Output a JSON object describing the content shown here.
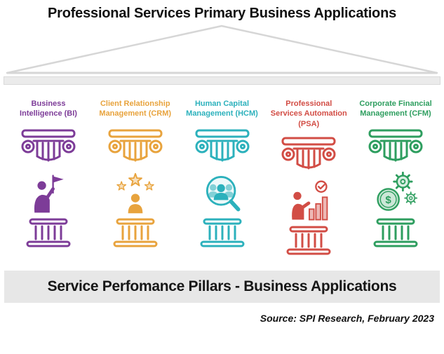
{
  "title": "Professional Services Primary Business Applications",
  "banner": "Service Perfomance Pillars - Business Applications",
  "source": "Source: SPI Research, February 2023",
  "glyphs": {
    "dollar": "$"
  },
  "colors": {
    "roof_stroke": "#d6d6d6",
    "entablature_bg": "#ebebeb",
    "banner_bg": "#e7e7e7",
    "text": "#111111"
  },
  "pillars": [
    {
      "label": "Business Intelligence (BI)",
      "color": "#7d3c98",
      "icon": "person-flag-icon"
    },
    {
      "label": "Client Relationship Management (CRM)",
      "color": "#e8a33d",
      "icon": "customer-stars-icon"
    },
    {
      "label": "Human Capital Management (HCM)",
      "color": "#2cb1bc",
      "icon": "team-search-icon"
    },
    {
      "label": "Professional Services Automation (PSA)",
      "color": "#d24d45",
      "icon": "analyst-chart-check-icon"
    },
    {
      "label": "Corporate Financial Management (CFM)",
      "color": "#2e9e5f",
      "icon": "finance-coin-gears-icon"
    }
  ]
}
